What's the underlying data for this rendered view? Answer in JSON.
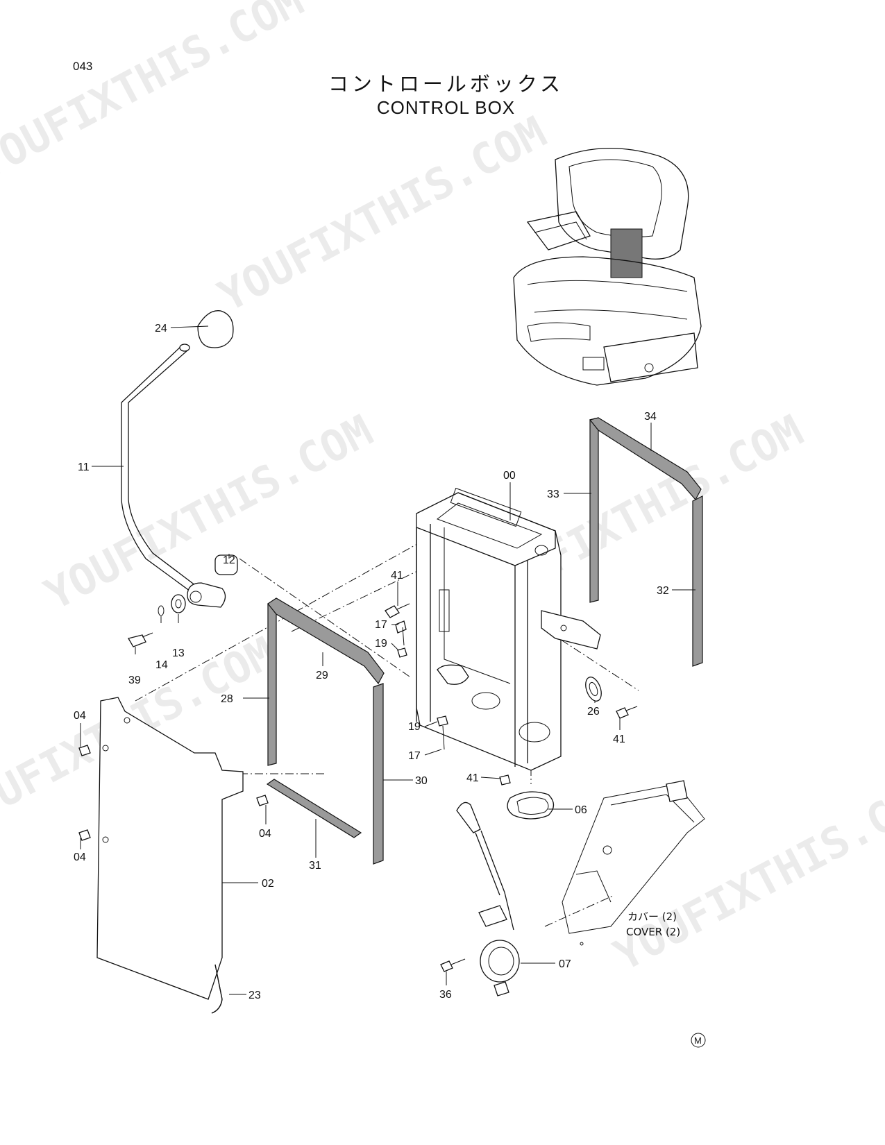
{
  "page_number": "043",
  "title_jp": "コントロールボックス",
  "title_en": "CONTROL BOX",
  "callouts": {
    "c24": "24",
    "c11": "11",
    "c12": "12",
    "c13": "13",
    "c14": "14",
    "c39": "39",
    "c00": "00",
    "c34": "34",
    "c33": "33",
    "c32": "32",
    "c41a": "41",
    "c17a": "17",
    "c19a": "19",
    "c29": "29",
    "c28": "28",
    "c26": "26",
    "c41b": "41",
    "c04a": "04",
    "c19b": "19",
    "c17b": "17",
    "c41c": "41",
    "c30": "30",
    "c06": "06",
    "c04b": "04",
    "c04c": "04",
    "c31": "31",
    "c02": "02",
    "c07": "07",
    "c36": "36",
    "c23": "23"
  },
  "cover_note_jp": "カバー (2)",
  "cover_note_en": "COVER (2)",
  "mark": "M",
  "watermarks": [
    "YOUFIXTHIS.COM",
    "YOUFIXTHIS.COM",
    "YOUFIXTHIS.COM",
    "YOUFIXTHIS.COM",
    "YOUFIXTHIS.COM",
    "YOUFIXTHIS.COM"
  ]
}
